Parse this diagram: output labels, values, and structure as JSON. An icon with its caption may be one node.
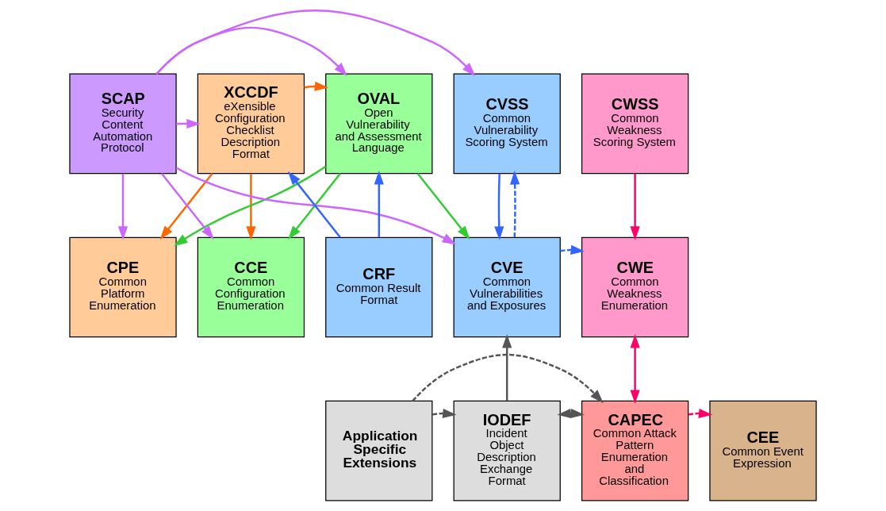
{
  "diagram": {
    "nodes": [
      {
        "text": [
          "XCCDF",
          "eXensible Configuration Checklist Description Format"
        ]
      },
      {
        "text": [
          "OVAL",
          "Open Vulnerability and Assessment Language"
        ]
      },
      {
        "text": [
          "CVSS",
          "Common Vulnerability Scoring System"
        ]
      },
      {
        "text": [
          "CWSS",
          "Common Weakness Scoring System"
        ]
      },
      {
        "text": [
          "SCAP",
          "Security Content Automation Protocol"
        ]
      },
      {
        "text": [
          "CPE",
          "Common Platform Enumeration"
        ]
      },
      {
        "text": [
          "CCE",
          "Common Configuration Enumeration"
        ]
      },
      {
        "text": [
          "CRF",
          "Common Result Format"
        ]
      },
      {
        "text": [
          "CVE",
          "Common Vulnerabilities and Exposures"
        ]
      },
      {
        "text": [
          "CWE",
          "Common Weakness Enumeration"
        ]
      },
      {
        "text": [
          "Application Specific Extensions"
        ]
      },
      {
        "text": [
          "IODEF",
          "Incident Object Description Exchange Format"
        ]
      },
      {
        "text": [
          "CAPEC",
          "Common Attack Pattern Enumeration and Classification"
        ]
      },
      {
        "text": [
          "CEE",
          "Common Event Expression"
        ]
      }
    ],
    "edges": [
      {
        "from": 0,
        "to": 1,
        "arrow": "to",
        "color": "#ff6600"
      },
      {
        "from": 4,
        "to": 0,
        "arrow": "to",
        "color": "#cc66ff"
      },
      {
        "from": 4,
        "to": 1,
        "arrow": "to",
        "color": "#cc66ff"
      },
      {
        "from": 4,
        "to": 2,
        "arrow": "to",
        "color": "#cc66ff"
      },
      {
        "from": 4,
        "to": 5,
        "arrow": "to",
        "color": "#cc66ff"
      },
      {
        "from": 4,
        "to": 6,
        "arrow": "to",
        "color": "#cc66ff"
      },
      {
        "from": 4,
        "to": 8,
        "arrow": "to",
        "color": "#cc66ff"
      },
      {
        "from": 0,
        "to": 5,
        "arrow": "to",
        "color": "#ff6600"
      },
      {
        "from": 0,
        "to": 6,
        "arrow": "to",
        "color": "#ff6600"
      },
      {
        "from": 7,
        "to": 0,
        "arrow": "to",
        "color": "#3366ff"
      },
      {
        "from": 7,
        "to": 1,
        "arrow": "to",
        "color": "#3366ff"
      },
      {
        "from": 1,
        "to": 5,
        "arrow": "to",
        "color": "#33cc33"
      },
      {
        "from": 1,
        "to": 6,
        "arrow": "to",
        "color": "#33cc33"
      },
      {
        "from": 1,
        "to": 8,
        "arrow": "to",
        "color": "#33cc33"
      },
      {
        "from": 2,
        "to": 8,
        "arrow": "to",
        "color": "#3366ff"
      },
      {
        "from": 8,
        "to": 2,
        "arrow": "to",
        "style": "dashed",
        "color": "#3366ff"
      },
      {
        "from": 8,
        "to": 9,
        "arrow": "to",
        "style": "dashed",
        "color": "#3366ff"
      },
      {
        "from": 3,
        "to": 9,
        "arrow": "to",
        "color": "#ff0066"
      },
      {
        "from": 9,
        "to": 12,
        "arrow": "both",
        "color": "#ff0066"
      },
      {
        "from": 11,
        "to": 8,
        "arrow": "to",
        "color": "#555555"
      },
      {
        "from": 10,
        "to": 11,
        "arrow": "to",
        "style": "dashed",
        "color": "#555555"
      },
      {
        "from": 10,
        "to": 12,
        "arrow": "to",
        "style": "dashed",
        "color": "#555555"
      },
      {
        "from": 11,
        "to": 12,
        "arrow": "both",
        "style": "dashed",
        "color": "#555555"
      },
      {
        "from": 12,
        "to": 13,
        "arrow": "to",
        "style": "dashed",
        "color": "#ff0066"
      }
    ]
  }
}
